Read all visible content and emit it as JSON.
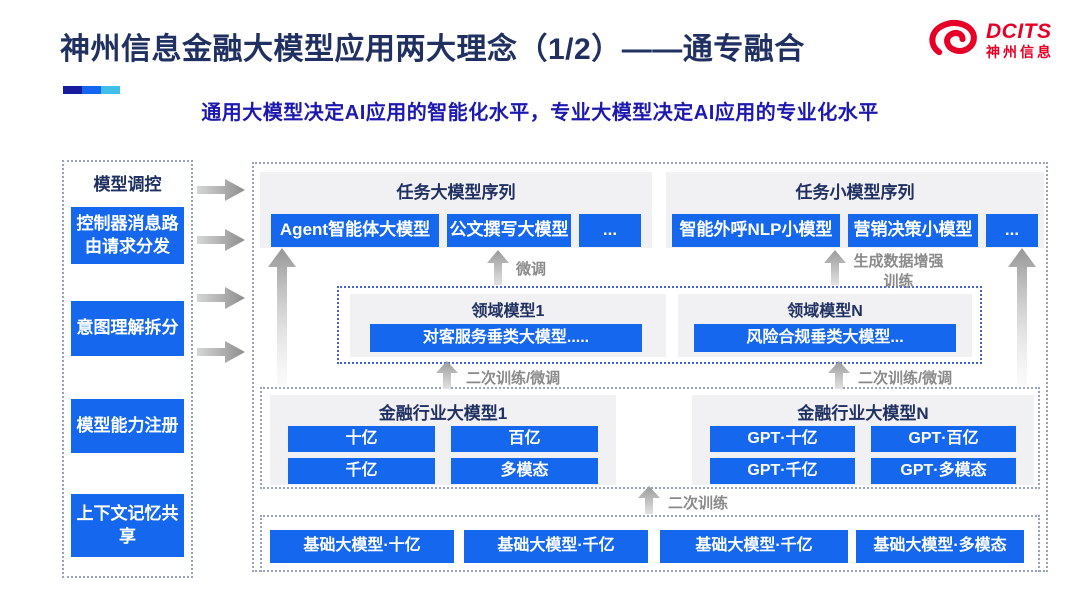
{
  "header": {
    "title": "神州信息金融大模型应用两大理念（1/2）——通专融合",
    "subtitle": "通用大模型决定AI应用的智能化水平，专业大模型决定AI应用的专业化水平",
    "logo": {
      "name": "DCITS",
      "cn": "神州信息"
    }
  },
  "sidebar": {
    "title": "模型调控",
    "items": [
      "控制器消息路由请求分发",
      "意图理解拆分",
      "模型能力注册",
      "上下文记忆共享"
    ]
  },
  "diagram": {
    "task_large": {
      "title": "任务大模型序列",
      "items": [
        "Agent智能体大模型",
        "公文撰写大模型",
        "..."
      ]
    },
    "task_small": {
      "title": "任务小模型序列",
      "items": [
        "智能外呼NLP小模型",
        "营销决策小模型",
        "..."
      ]
    },
    "domain": {
      "groups": [
        {
          "title": "领域模型1",
          "item": "对客服务垂类大模型....."
        },
        {
          "title": "领域模型N",
          "item": "风险合规垂类大模型..."
        }
      ]
    },
    "industry": [
      {
        "title": "金融行业大模型1",
        "items": [
          "十亿",
          "百亿",
          "千亿",
          "多模态"
        ]
      },
      {
        "title": "金融行业大模型N",
        "items": [
          "GPT·十亿",
          "GPT·百亿",
          "GPT·千亿",
          "GPT·多模态"
        ]
      }
    ],
    "base_models": [
      "基础大模型·十亿",
      "基础大模型·千亿",
      "基础大模型·千亿",
      "基础大模型·多模态"
    ],
    "arrow_labels": {
      "finetune": "微调",
      "gen_augment": "生成数据增强训练",
      "retrain_ft_left": "二次训练/微调",
      "retrain_ft_right": "二次训练/微调",
      "retrain": "二次训练"
    }
  },
  "colors": {
    "accent_blue": "#1567ee",
    "title_navy": "#1f3061",
    "subtitle_blue": "#1d19ae",
    "logo_red": "#e60027",
    "panel_gray": "#f1f1f4",
    "arrow_label_gray": "#8a8a8a",
    "dotted_border_gray": "#97a2bd",
    "dotted_border_blue": "#4462d6",
    "deco_navy": "#1a1a9e",
    "deco_blue": "#1566ee",
    "deco_cyan": "#3fc0ea"
  }
}
